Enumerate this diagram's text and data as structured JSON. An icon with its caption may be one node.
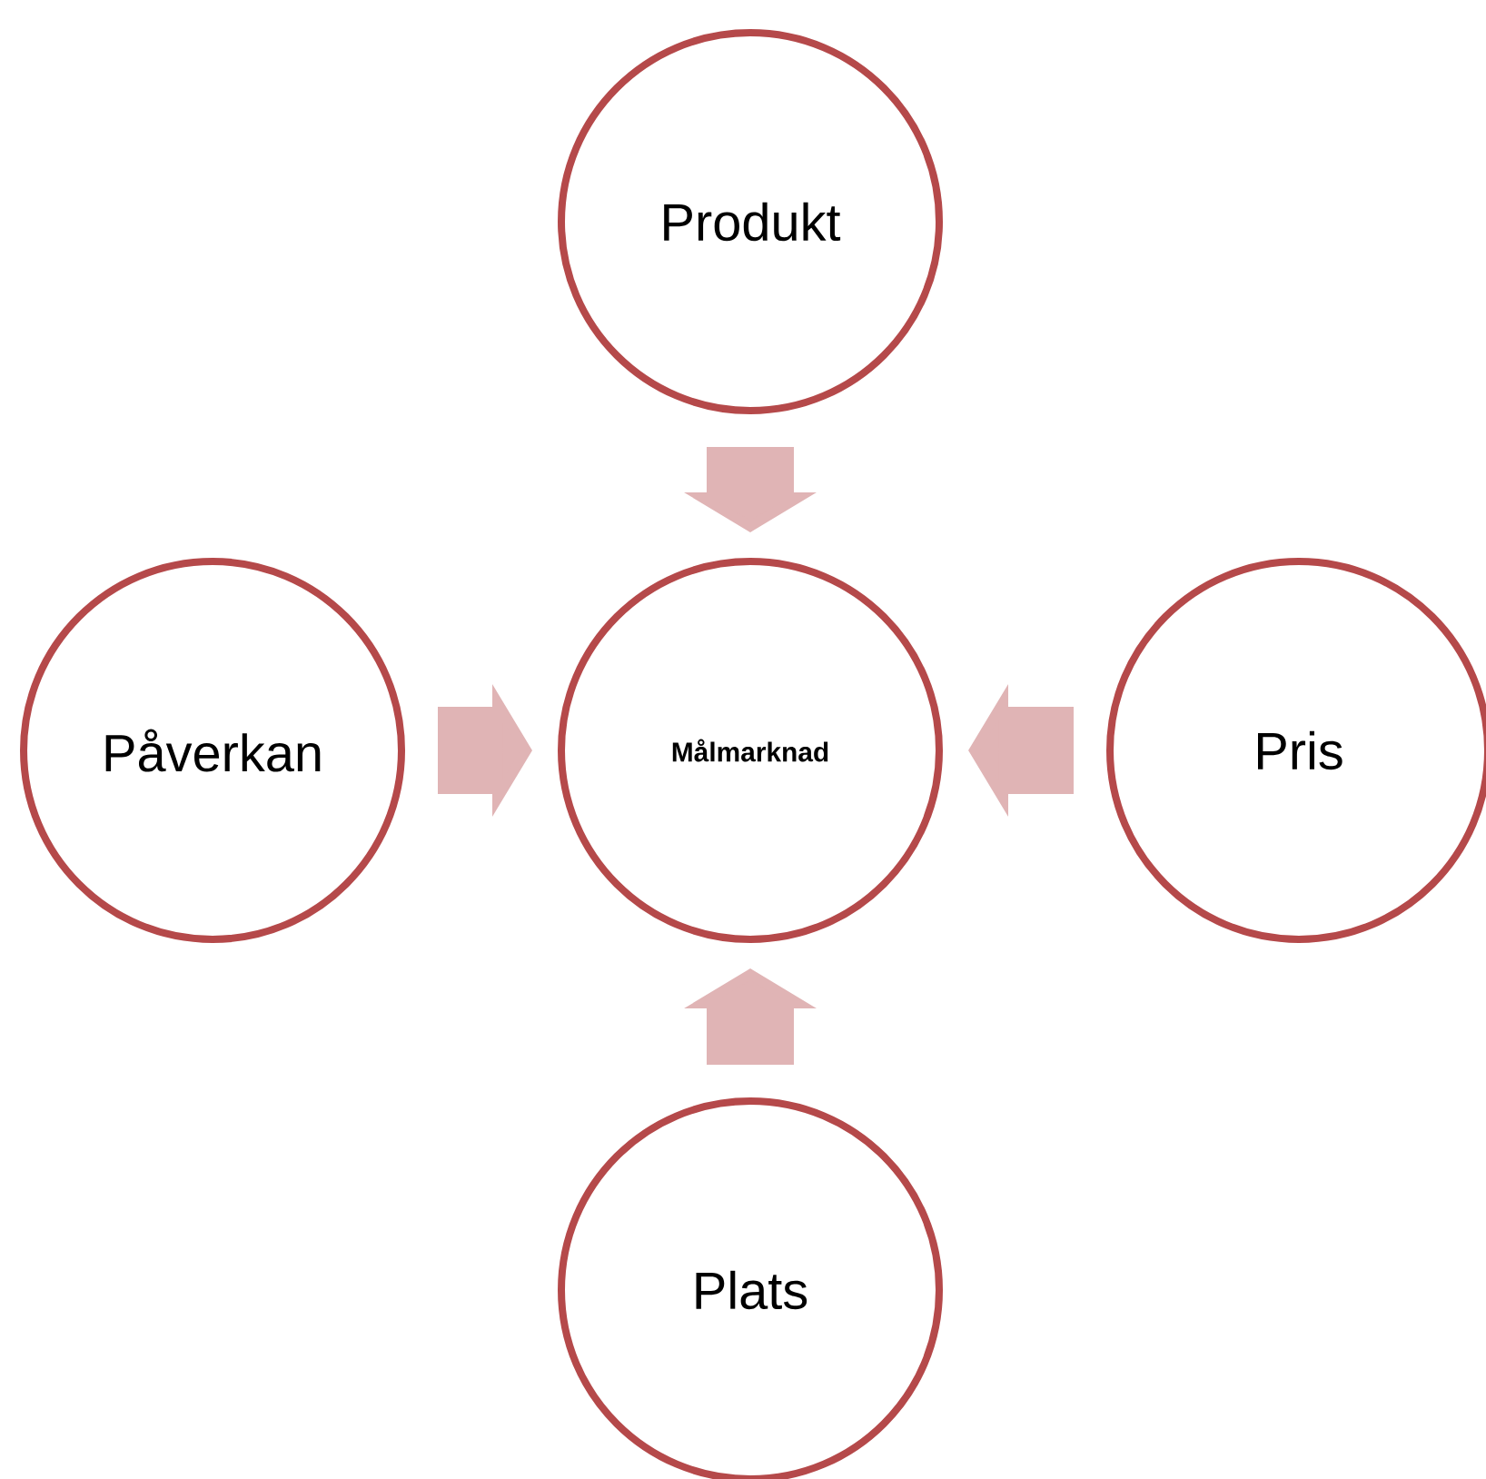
{
  "diagram": {
    "nodes": [
      {
        "text": [
          "**Målmarknad**"
        ]
      },
      {
        "text": [
          "Produkt"
        ]
      },
      {
        "text": [
          "Påverkan"
        ]
      },
      {
        "text": [
          "Pris"
        ]
      },
      {
        "text": [
          "Plats"
        ]
      }
    ],
    "edges": [
      {
        "from": 1,
        "to": 0,
        "arrow": "to"
      },
      {
        "from": 2,
        "to": 0,
        "arrow": "to"
      },
      {
        "from": 3,
        "to": 0,
        "arrow": "to"
      },
      {
        "from": 4,
        "to": 0,
        "arrow": "to"
      }
    ]
  }
}
